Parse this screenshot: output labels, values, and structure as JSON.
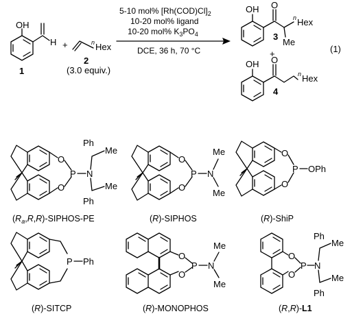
{
  "reaction": {
    "reactant1": {
      "label": "1",
      "oh": "OH",
      "h": "H"
    },
    "plus": "+",
    "reactant2": {
      "label": "2",
      "hex_prefix": "n",
      "hex": "Hex",
      "equiv": "(3.0 equiv.)"
    },
    "conditions_above": {
      "line1_a": "5-10 mol% [Rh(COD)Cl]",
      "line1_sub": "2",
      "line2": "10-20 mol% ligand",
      "line3_a": "10-20 mol% K",
      "line3_sub1": "3",
      "line3_b": "PO",
      "line3_sub2": "4"
    },
    "conditions_below": "DCE, 36 h, 70 °C",
    "product3": {
      "label": "3",
      "oh": "OH",
      "o": "O",
      "hex_prefix": "n",
      "hex": "Hex",
      "me": "Me"
    },
    "product_plus": "+",
    "product4": {
      "label": "4",
      "oh": "OH",
      "o": "O",
      "hex_prefix": "n",
      "hex": "Hex"
    },
    "equation_number": "(1)"
  },
  "ligands": [
    {
      "id": "sipphos-pe",
      "atoms": {
        "o1": "O",
        "o2": "O",
        "p": "P",
        "n": "N",
        "ph1": "Ph",
        "me1": "Me",
        "ph2": "Ph",
        "me2": "Me"
      },
      "caption": {
        "p1": "(",
        "it1": "R",
        "sub": "a",
        "p2": ",",
        "it2": "R",
        "p3": ",",
        "it3": "R",
        "p4": ")-SIPHOS-PE"
      }
    },
    {
      "id": "siphos",
      "atoms": {
        "o1": "O",
        "o2": "O",
        "p": "P",
        "n": "N",
        "me1": "Me",
        "me2": "Me"
      },
      "caption": {
        "p1": "(",
        "it1": "R",
        "p2": ")-SIPHOS"
      }
    },
    {
      "id": "ship",
      "atoms": {
        "o1": "O",
        "o2": "O",
        "p": "P",
        "oph": "OPh"
      },
      "caption": {
        "p1": "(",
        "it1": "R",
        "p2": ")-ShiP"
      }
    },
    {
      "id": "sitcp",
      "atoms": {
        "p": "P",
        "ph": "Ph"
      },
      "caption": {
        "p1": "(",
        "it1": "R",
        "p2": ")-SITCP"
      }
    },
    {
      "id": "monophos",
      "atoms": {
        "o1": "O",
        "o2": "O",
        "p": "P",
        "n": "N",
        "me1": "Me",
        "me2": "Me"
      },
      "caption": {
        "p1": "(",
        "it1": "R",
        "p2": ")-MONOPHOS"
      }
    },
    {
      "id": "l1",
      "atoms": {
        "o1": "O",
        "o2": "O",
        "p": "P",
        "n": "N",
        "ph1": "Ph",
        "me1": "Me",
        "ph2": "Ph",
        "me2": "Me"
      },
      "caption": {
        "p1": "(",
        "it1": "R",
        "p2": ",",
        "it2": "R",
        "p3": ")-",
        "bd": "L1"
      }
    }
  ]
}
